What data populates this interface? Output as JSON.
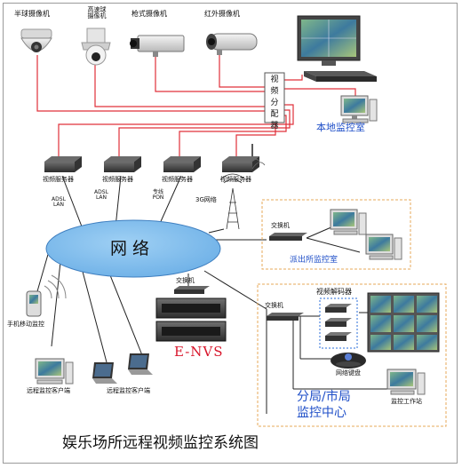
{
  "cameras": {
    "dome": "半球摄像机",
    "speed_dome": "高速球\n摄像机",
    "box": "枪式摄像机",
    "infrared": "红外摄像机"
  },
  "splitter": "视频分配器",
  "local_room": "本地监控室",
  "video_servers": [
    "视频服务器",
    "视频服务器",
    "视频服务器",
    "视频服务器"
  ],
  "links": {
    "adsl1": "ADSL\nLAN",
    "adsl2": "ADSL\nLAN",
    "pon": "专线\nPON",
    "g3": "3G网络"
  },
  "network": "网络",
  "police_station": {
    "switch": "交换机",
    "title": "派出所监控室"
  },
  "center": {
    "switch": "交换机",
    "decoder": "视频解码器",
    "keyboard": "网络键盘",
    "workstation": "监控工作站",
    "title_line1": "分局/市局",
    "title_line2": "监控中心"
  },
  "envs": {
    "switch": "交换机",
    "label": "E-NVS"
  },
  "mobile": "手机移动监控",
  "remote_clients": [
    "远程监控客户端",
    "远程监控客户端"
  ],
  "caption": "娱乐场所远程视频监控系统图",
  "colors": {
    "red_line": "#e0303a",
    "cloud": "#77b8ea",
    "blue_text": "#1f4fc8",
    "red_text": "#d8152b",
    "dashed_border": "#e7a85a"
  }
}
